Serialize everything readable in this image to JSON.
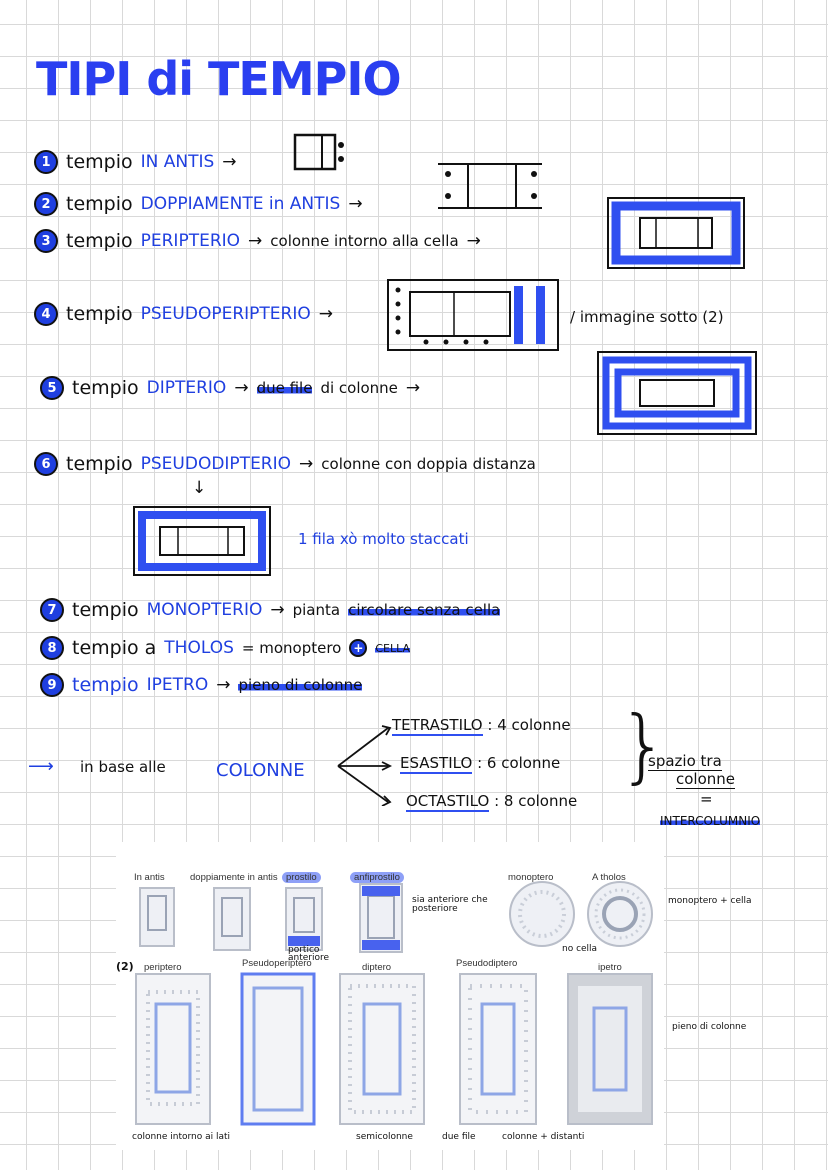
{
  "title": "TIPI di TEMPIO",
  "types": [
    {
      "num": "1",
      "prefix": "tempio",
      "name": "IN ANTIS",
      "arrow": "→"
    },
    {
      "num": "2",
      "prefix": "tempio",
      "name": "DOPPIAMENTE in ANTIS",
      "arrow": "→"
    },
    {
      "num": "3",
      "prefix": "tempio",
      "name": "PERIPTERIO",
      "arrow": "→",
      "desc": "colonne intorno alla cella",
      "arrow2": "→"
    },
    {
      "num": "4",
      "prefix": "tempio",
      "name": "PSEUDOPERIPTERIO",
      "arrow": "→",
      "note": "/ immagine sotto (2)"
    },
    {
      "num": "5",
      "prefix": "tempio",
      "name": "DIPTERIO",
      "arrow": "→",
      "desc": "due file",
      "desc2": "di colonne",
      "arrow2": "→"
    },
    {
      "num": "6",
      "prefix": "tempio",
      "name": "PSEUDODIPTERIO",
      "arrow": "→",
      "desc": "colonne con doppia distanza",
      "below_arrow": "↓",
      "note": "1 fila xò molto staccati"
    },
    {
      "num": "7",
      "prefix": "tempio",
      "name": "MONOPTERIO",
      "arrow": "→",
      "desc": "pianta",
      "desc2": "circolare senza cella"
    },
    {
      "num": "8",
      "prefix": "tempio a",
      "name": "THOLOS",
      "desc": "= monoptero",
      "plus": "+",
      "desc2": "CELLA"
    },
    {
      "num": "9",
      "prefix": "tempio",
      "name": "IPETRO",
      "arrow": "→",
      "desc": "pieno di colonne"
    }
  ],
  "columns": {
    "arrow": "⟶",
    "lead": "in base alle",
    "key": "COLONNE",
    "items": [
      {
        "name": "TETRASTILO",
        "sep": ":",
        "value": "4 colonne"
      },
      {
        "name": "ESASTILO",
        "sep": ":",
        "value": "6 colonne"
      },
      {
        "name": "OCTASTILO",
        "sep": ":",
        "value": "8 colonne"
      }
    ],
    "brace": "}",
    "result_line1": "spazio tra",
    "result_line2": "colonne",
    "equals": "=",
    "result_term": "INTERCOLUMNIO"
  },
  "figure": {
    "captions": {
      "in_antis": "In antis",
      "doppiamente": "doppiamente in antis",
      "prostilo": "prostilo",
      "anfiprostilo": "anfiprostilo",
      "monoptero": "monoptero",
      "a_tholos": "A tholos",
      "periptero": "periptero",
      "pseudoperiptero": "Pseudoperiptero",
      "diptero": "diptero",
      "pseudodiptero": "Pseudodiptero",
      "ipetro": "ipetro"
    },
    "notes": {
      "num2": "(2)",
      "sia": "sia anteriore che posteriore",
      "portico": "portico anteriore",
      "no_cella": "no cella",
      "monoptero_cella": "monoptero + cella",
      "pieno": "pieno di colonne",
      "intorno": "colonne intorno ai lati",
      "semicolonne": "semicolonne",
      "due_file": "due file",
      "colonne_distanti": "colonne + distanti"
    }
  },
  "colors": {
    "accent": "#1f3fe0",
    "highlight": "#2f4ff0",
    "grid": "#d9d9d9"
  }
}
